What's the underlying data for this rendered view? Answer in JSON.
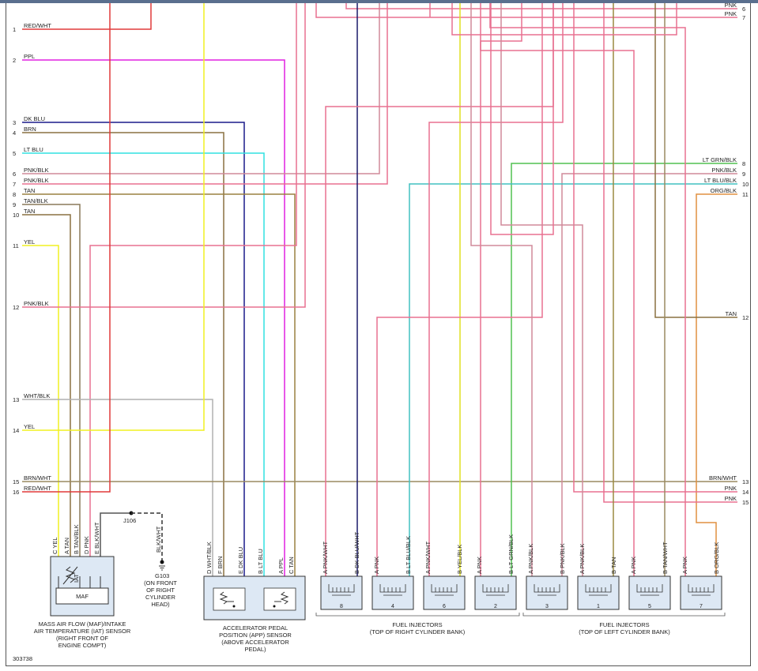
{
  "doc_number": "303738",
  "left_wires": [
    {
      "num": "1",
      "label": "RED/WHT",
      "color": "#e03a3a"
    },
    {
      "num": "2",
      "label": "PPL",
      "color": "#e020e0"
    },
    {
      "num": "3",
      "label": "DK BLU",
      "color": "#1a1a8a"
    },
    {
      "num": "4",
      "label": "BRN",
      "color": "#8a7040"
    },
    {
      "num": "5",
      "label": "LT BLU",
      "color": "#30e0e0"
    },
    {
      "num": "6",
      "label": "PNK/BLK",
      "color": "#d08a9a"
    },
    {
      "num": "7",
      "label": "PNK/BLK",
      "color": "#e87090"
    },
    {
      "num": "8",
      "label": "TAN",
      "color": "#9a8040"
    },
    {
      "num": "9",
      "label": "TAN/BLK",
      "color": "#8a7a5a"
    },
    {
      "num": "10",
      "label": "TAN",
      "color": "#8a7040"
    },
    {
      "num": "11",
      "label": "YEL",
      "color": "#f0f020"
    },
    {
      "num": "12",
      "label": "PNK/BLK",
      "color": "#e87090"
    },
    {
      "num": "13",
      "label": "WHT/BLK",
      "color": "#b0b0b0"
    },
    {
      "num": "14",
      "label": "YEL",
      "color": "#f0f020"
    },
    {
      "num": "15",
      "label": "BRN/WHT",
      "color": "#9a8a60"
    },
    {
      "num": "16",
      "label": "RED/WHT",
      "color": "#e03a3a"
    }
  ],
  "right_wires": [
    {
      "num": "6",
      "label": "PNK"
    },
    {
      "num": "7",
      "label": "PNK"
    },
    {
      "num": "8",
      "label": "LT GRN/BLK"
    },
    {
      "num": "9",
      "label": "PNK/BLK"
    },
    {
      "num": "10",
      "label": "LT BLU/BLK"
    },
    {
      "num": "11",
      "label": "ORG/BLK"
    },
    {
      "num": "12",
      "label": "TAN"
    },
    {
      "num": "13",
      "label": "BRN/WHT"
    },
    {
      "num": "14",
      "label": "PNK"
    },
    {
      "num": "15",
      "label": "PNK"
    }
  ],
  "ground": {
    "splice": "J106",
    "wire": "BLK/WHT",
    "name": "G103",
    "loc1": "(ON FRONT",
    "loc2": "OF RIGHT",
    "loc3": "CYLINDER",
    "loc4": "HEAD)"
  },
  "maf": {
    "pins": [
      [
        "C",
        "YEL"
      ],
      [
        "A",
        "TAN"
      ],
      [
        "B",
        "TAN/BLK"
      ],
      [
        "D",
        "PNK"
      ],
      [
        "E",
        "BLK/WHT"
      ]
    ],
    "iat": "IAT",
    "box": "MAF",
    "cap1": "MASS AIR FLOW (MAF)/INTAKE",
    "cap2": "AIR TEMPERATURE (IAT) SENSOR",
    "cap3": "(RIGHT FRONT OF",
    "cap4": "ENGINE COMPT)"
  },
  "app": {
    "pins": [
      [
        "D",
        "WHT/BLK"
      ],
      [
        "F",
        "BRN"
      ],
      [
        "E",
        "DK BLU"
      ],
      [
        "B",
        "LT BLU"
      ],
      [
        "A",
        "PPL"
      ],
      [
        "C",
        "TAN"
      ]
    ],
    "cap1": "ACCELERATOR PEDAL",
    "cap2": "POSITION (APP) SENSOR",
    "cap3": "(ABOVE ACCELERATOR",
    "cap4": "PEDAL)"
  },
  "injectors": [
    {
      "num": "8",
      "a": "PNK/WHT",
      "b": "DK BLU/WHT"
    },
    {
      "num": "4",
      "a": "PNK",
      "b": "LT BLU/BLK"
    },
    {
      "num": "6",
      "a": "PNK/WHT",
      "b": "YEL/BLK"
    },
    {
      "num": "2",
      "a": "PNK",
      "b": "LT GRN/BLK"
    },
    {
      "num": "3",
      "a": "PNK/BLK",
      "b": "PNK/BLK"
    },
    {
      "num": "1",
      "a": "PNK/BLK",
      "b": "TAN"
    },
    {
      "num": "5",
      "a": "PNK",
      "b": "TAN/WHT"
    },
    {
      "num": "7",
      "a": "PNK",
      "b": "ORG/BLK"
    }
  ],
  "bank_right": {
    "title": "FUEL INJECTORS",
    "sub": "(TOP OF RIGHT CYLINDER BANK)"
  },
  "bank_left": {
    "title": "FUEL INJECTORS",
    "sub": "(TOP OF LEFT CYLINDER BANK)"
  }
}
